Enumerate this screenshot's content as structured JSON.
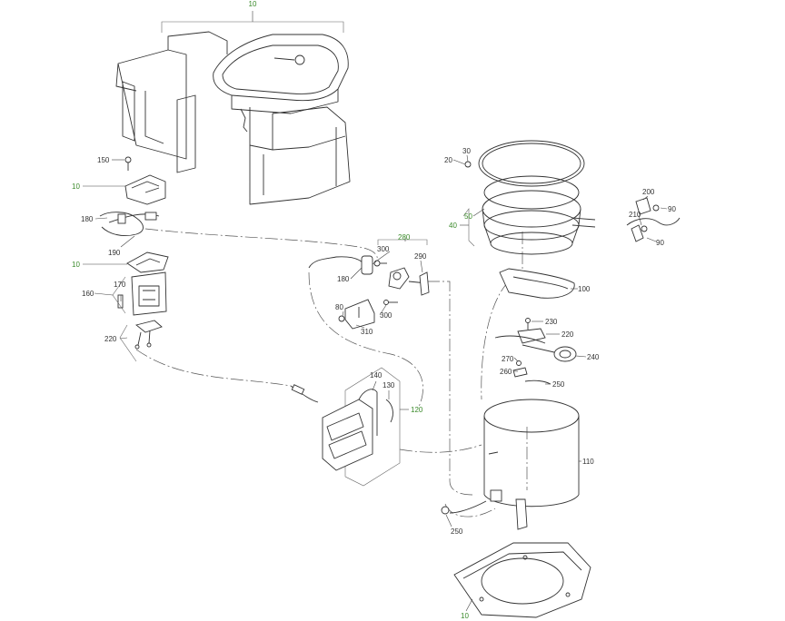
{
  "labels": {
    "l10_top": "10",
    "l150": "150",
    "l10_a": "10",
    "l180_left": "180",
    "l190": "190",
    "l10_b": "10",
    "l170": "170",
    "l160": "160",
    "l220_left": "220",
    "l300_a": "300",
    "l280": "280",
    "l290": "290",
    "l180_mid": "180",
    "l80": "80",
    "l300_b": "300",
    "l310": "310",
    "l140": "140",
    "l130": "130",
    "l120": "120",
    "l30": "30",
    "l20": "20",
    "l50": "50",
    "l40": "40",
    "l200": "200",
    "l210": "210",
    "l90_a": "90",
    "l90_b": "90",
    "l100": "100",
    "l230": "230",
    "l220_right": "220",
    "l240": "240",
    "l270": "270",
    "l260": "260",
    "l250_a": "250",
    "l110": "110",
    "l250_b": "250",
    "l10_bottom": "10"
  },
  "colors": {
    "line": "#333333",
    "group_label": "#3a8a2a",
    "part_label": "#333333"
  }
}
